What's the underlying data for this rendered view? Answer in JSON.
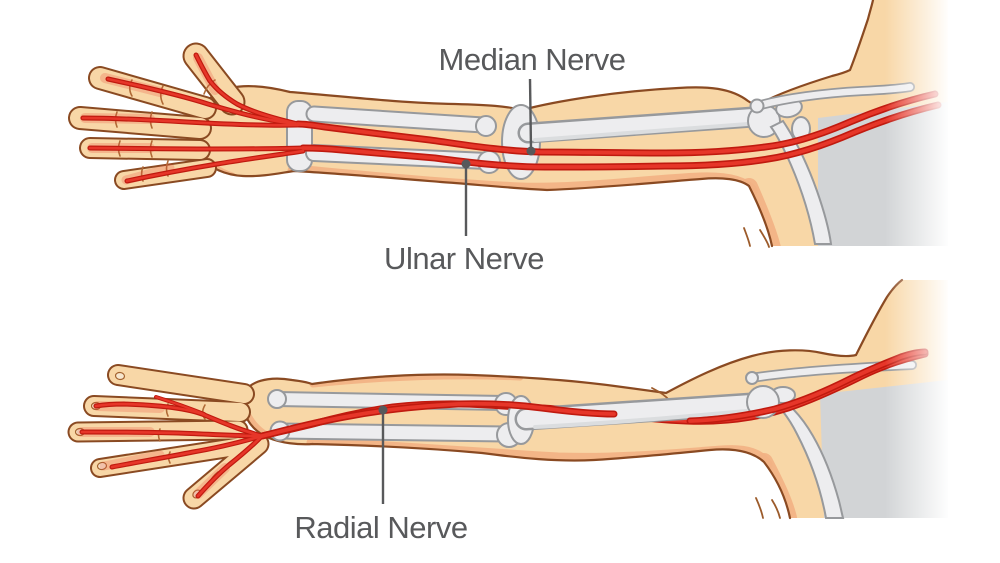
{
  "labels": {
    "median": "Median Nerve",
    "ulnar": "Ulnar Nerve",
    "radial": "Radial Nerve"
  },
  "colors": {
    "skin": "#F8D7A7",
    "skin_outline": "#8A4A22",
    "skin_shade": "#F2B184",
    "bone": "#EDEDEF",
    "bone_outline": "#97999C",
    "nerve": "#E63629",
    "nerve_outline": "#C01A0F",
    "torso_gray": "#D2D4D6",
    "label_text": "#58595B",
    "background": "#FFFFFF"
  }
}
